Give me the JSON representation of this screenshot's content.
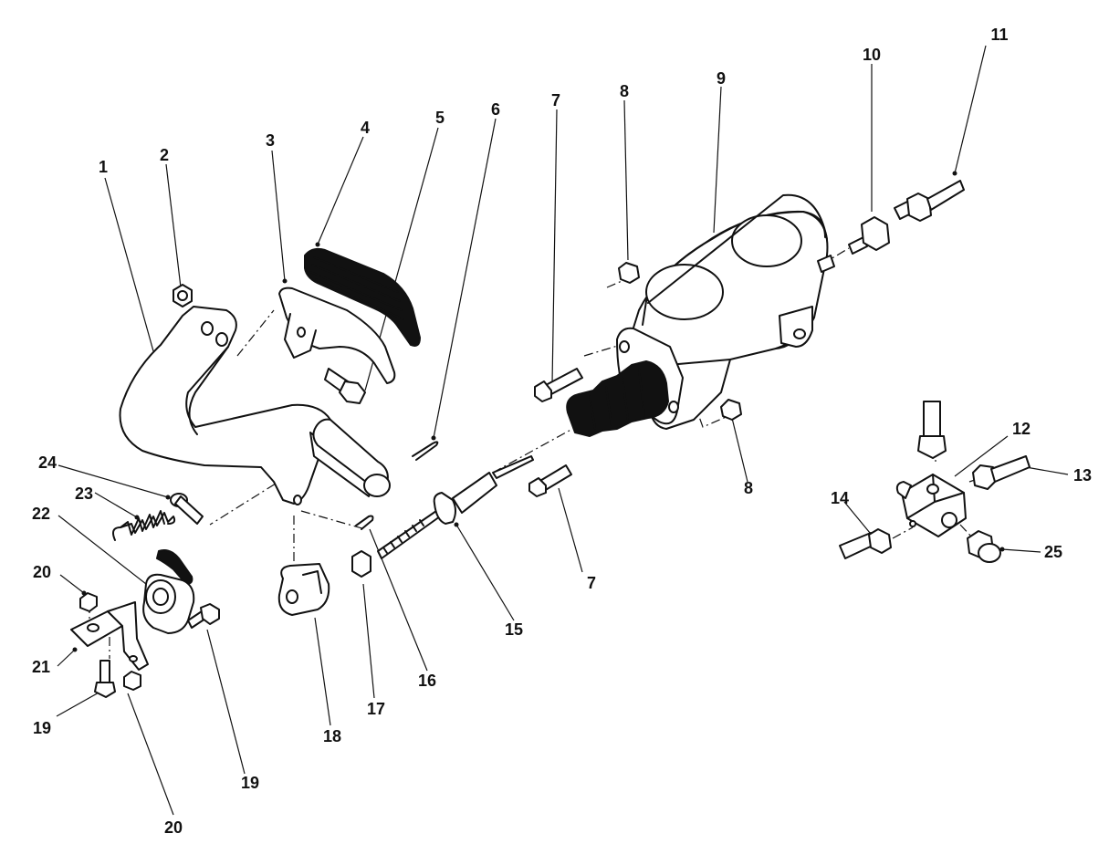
{
  "callouts": {
    "c1": "1",
    "c2": "2",
    "c3": "3",
    "c4": "4",
    "c5": "5",
    "c6": "6",
    "c7a": "7",
    "c7b": "7",
    "c8a": "8",
    "c8b": "8",
    "c9": "9",
    "c10": "10",
    "c11": "11",
    "c12": "12",
    "c13": "13",
    "c14": "14",
    "c15": "15",
    "c16": "16",
    "c17": "17",
    "c18": "18",
    "c19a": "19",
    "c19b": "19",
    "c20a": "20",
    "c20b": "20",
    "c21": "21",
    "c22": "22",
    "c23": "23",
    "c24": "24",
    "c25": "25"
  }
}
